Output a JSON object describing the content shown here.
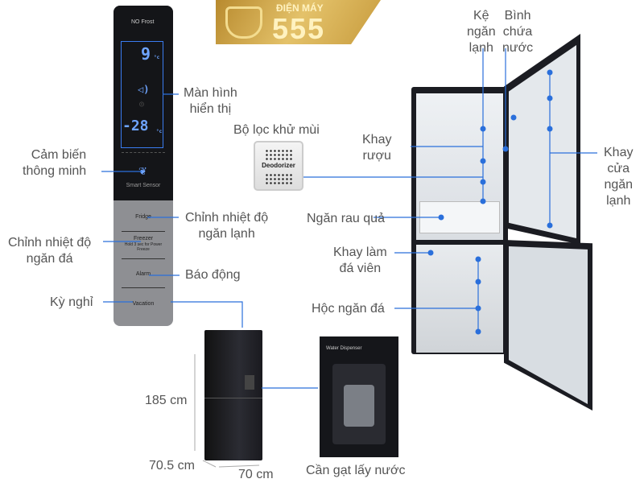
{
  "brand_logo": {
    "line1": "ĐIỆN MÁY",
    "line2": "555"
  },
  "control_panel": {
    "badge": "NO Frost",
    "fridge_temp": "9",
    "freezer_temp": "-28",
    "temp_unit": "°c",
    "smart_sensor": "Smart Sensor",
    "buttons": [
      {
        "label": "Fridge",
        "sub": ""
      },
      {
        "label": "Freezer",
        "sub": "Hold 3 sec for Power Freeze"
      },
      {
        "label": "Alarm",
        "sub": ""
      },
      {
        "label": "Vacation",
        "sub": ""
      }
    ]
  },
  "deodorizer_label": "Deodorizer",
  "dispenser_label": "Water Dispenser",
  "callouts": {
    "display": [
      "Màn hình",
      "hiển thị"
    ],
    "deodorizer": "Bộ lọc khử mùi",
    "smart_sensor": [
      "Cảm biến",
      "thông minh"
    ],
    "fridge_adjust": [
      "Chỉnh nhiệt độ",
      "ngăn lạnh"
    ],
    "freezer_adjust": [
      "Chỉnh nhiệt độ",
      "ngăn đá"
    ],
    "alarm": "Báo động",
    "vacation": "Kỳ nghỉ",
    "wine_rack": [
      "Khay",
      "rượu"
    ],
    "fridge_shelf": [
      "Kệ",
      "ngăn",
      "lạnh"
    ],
    "water_tank": [
      "Bình",
      "chứa",
      "nước"
    ],
    "door_tray": [
      "Khay",
      "cửa",
      "ngăn",
      "lạnh"
    ],
    "crisper": "Ngăn rau quả",
    "ice_tray": [
      "Khay làm",
      "đá viên"
    ],
    "freezer_drawer": "Hộc ngăn đá",
    "dispenser_lever": "Cần gạt lấy nước"
  },
  "dimensions": {
    "height": "185 cm",
    "depth": "70.5 cm",
    "width": "70 cm"
  },
  "colors": {
    "accent": "#2a6fdb",
    "fridge_body": "#1b1c22",
    "panel_gray": "#8e8f93"
  }
}
